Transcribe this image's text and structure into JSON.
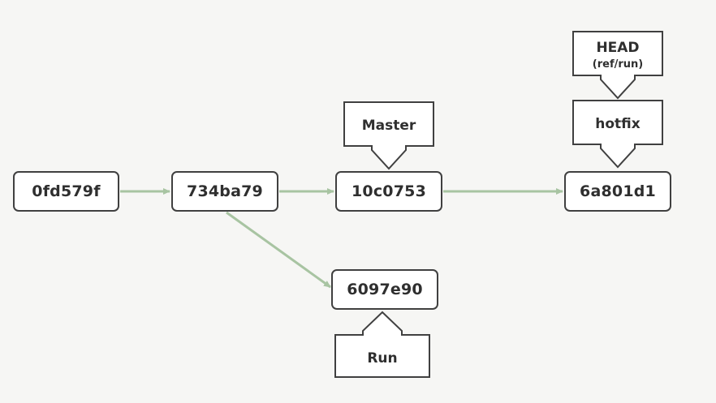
{
  "diagram": {
    "commits": [
      {
        "id": "c0",
        "label": "0fd579f"
      },
      {
        "id": "c1",
        "label": "734ba79"
      },
      {
        "id": "c2",
        "label": "10c0753"
      },
      {
        "id": "c3",
        "label": "6a801d1"
      },
      {
        "id": "c4",
        "label": "6097e90"
      }
    ],
    "edges": [
      {
        "from": "c0",
        "to": "c1"
      },
      {
        "from": "c1",
        "to": "c2"
      },
      {
        "from": "c2",
        "to": "c3"
      },
      {
        "from": "c1",
        "to": "c4"
      }
    ],
    "refs": {
      "master": "Master",
      "hotfix": "hotfix",
      "head": "HEAD",
      "head_sub": "(ref/run)",
      "run": "Run"
    },
    "colors": {
      "edge": "#a8c4a2",
      "box_border": "#404040",
      "background": "#f6f6f4"
    }
  }
}
